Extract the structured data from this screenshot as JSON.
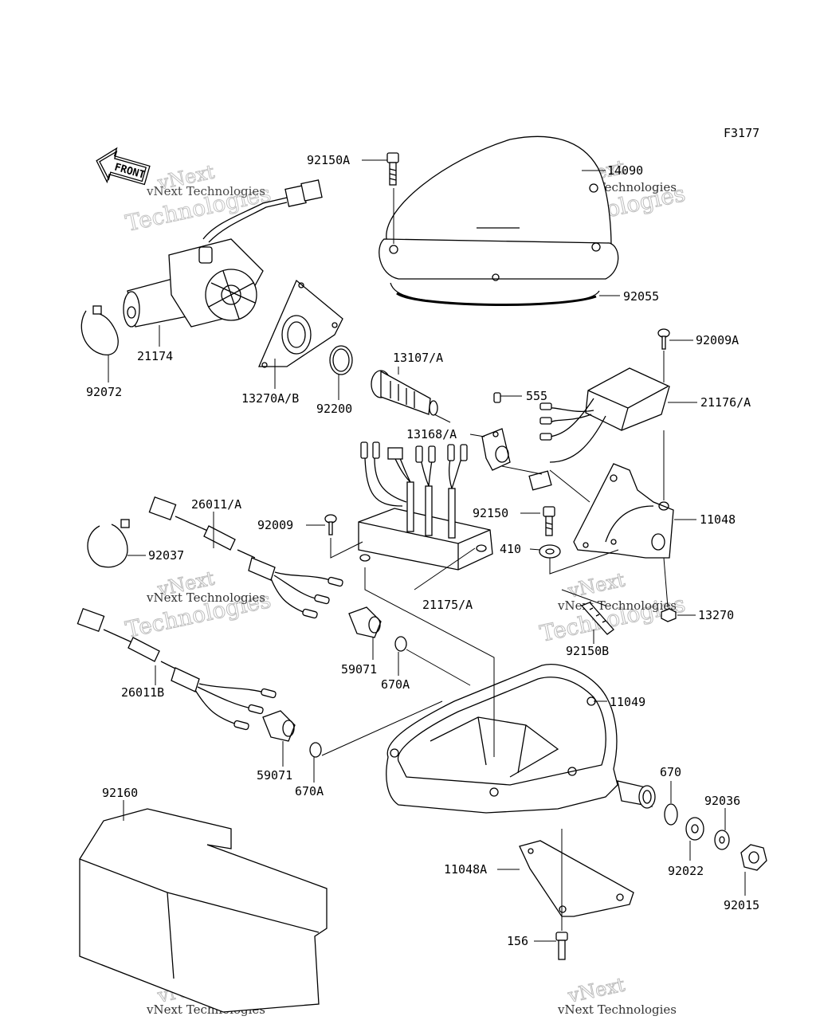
{
  "figure_code": "F3177",
  "front_label": "FRONT",
  "watermark": {
    "big_line1": "vNext",
    "big_line2": "Technologies",
    "small": "vNext Technologies"
  },
  "callouts": [
    {
      "id": "92150A",
      "text": "92150A"
    },
    {
      "id": "14090",
      "text": "14090"
    },
    {
      "id": "92055",
      "text": "92055"
    },
    {
      "id": "21174",
      "text": "21174"
    },
    {
      "id": "92072",
      "text": "92072"
    },
    {
      "id": "13270AB",
      "text": "13270A/B"
    },
    {
      "id": "92200",
      "text": "92200"
    },
    {
      "id": "13107A",
      "text": "13107/A"
    },
    {
      "id": "92009A",
      "text": "92009A"
    },
    {
      "id": "555",
      "text": "555"
    },
    {
      "id": "21176A",
      "text": "21176/A"
    },
    {
      "id": "13168A",
      "text": "13168/A"
    },
    {
      "id": "26011A",
      "text": "26011/A"
    },
    {
      "id": "92009",
      "text": "92009"
    },
    {
      "id": "92150",
      "text": "92150"
    },
    {
      "id": "11048",
      "text": "11048"
    },
    {
      "id": "410",
      "text": "410"
    },
    {
      "id": "92037",
      "text": "92037"
    },
    {
      "id": "21175A",
      "text": "21175/A"
    },
    {
      "id": "13270",
      "text": "13270"
    },
    {
      "id": "92150B",
      "text": "92150B"
    },
    {
      "id": "59071a",
      "text": "59071"
    },
    {
      "id": "670Aa",
      "text": "670A"
    },
    {
      "id": "26011B",
      "text": "26011B"
    },
    {
      "id": "11049",
      "text": "11049"
    },
    {
      "id": "59071b",
      "text": "59071"
    },
    {
      "id": "670Ab",
      "text": "670A"
    },
    {
      "id": "670",
      "text": "670"
    },
    {
      "id": "92160",
      "text": "92160"
    },
    {
      "id": "92036",
      "text": "92036"
    },
    {
      "id": "11048A",
      "text": "11048A"
    },
    {
      "id": "92022",
      "text": "92022"
    },
    {
      "id": "92015",
      "text": "92015"
    },
    {
      "id": "156",
      "text": "156"
    }
  ]
}
